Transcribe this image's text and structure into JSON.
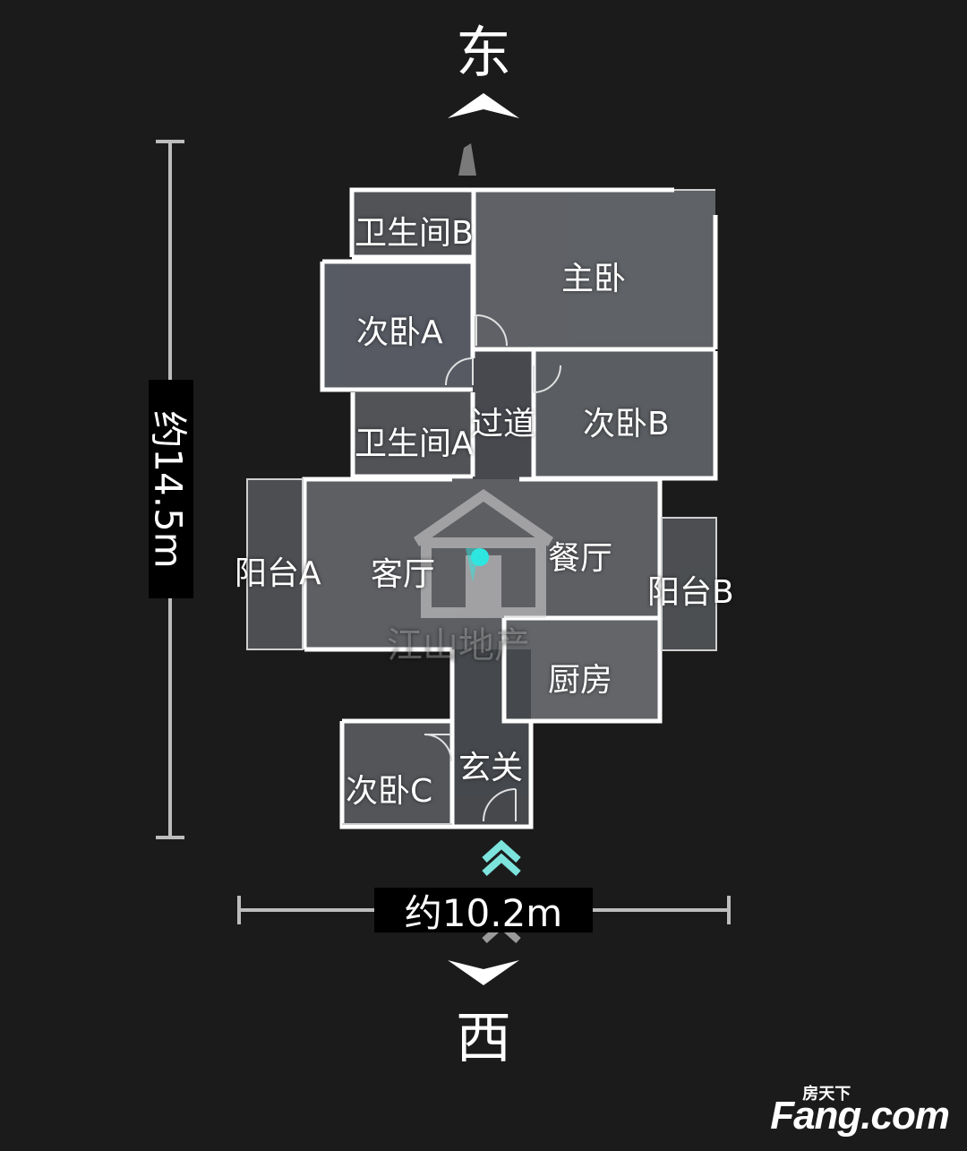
{
  "compass": {
    "north_label": "东",
    "south_label": "西"
  },
  "dimensions": {
    "height": "约14.5m",
    "width": "约10.2m"
  },
  "rooms": {
    "bath_b": "卫生间B",
    "master": "主卧",
    "bedroom_a": "次卧A",
    "corridor": "过道",
    "bath_a": "卫生间A",
    "bedroom_b": "次卧B",
    "balcony_a": "阳台A",
    "living": "客厅",
    "dining": "餐厅",
    "balcony_b": "阳台B",
    "kitchen": "厨房",
    "entry": "玄关",
    "bedroom_c": "次卧C"
  },
  "watermark": {
    "text": "江山地产"
  },
  "logo": {
    "cn": "房天下",
    "en": "Fang.com"
  },
  "colors": {
    "background": "#1b1b1c",
    "walls": "#ffffff",
    "marker": "#2ee6e0",
    "nav_arrow": "#7de3dd"
  }
}
